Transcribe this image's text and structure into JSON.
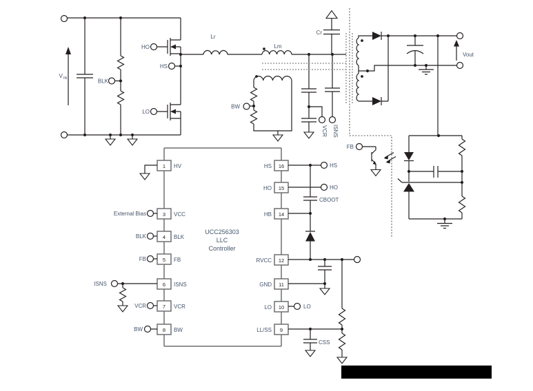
{
  "input": {
    "vin_v": "V",
    "vin_sub": "IN",
    "blk": "BLK",
    "ho": "HO",
    "hs": "HS",
    "lo": "LO"
  },
  "tank": {
    "lr": "Lr",
    "lm": "Lm",
    "cr": "Cr",
    "bw": "BW",
    "vcr": "VCR",
    "isns": "ISNS"
  },
  "output": {
    "vout": "Vout",
    "fb": "FB"
  },
  "ic": {
    "line1": "UCC256303",
    "line2": "LLC",
    "line3": "Controller",
    "cboot": "CBOOT",
    "css": "CSS",
    "left": [
      {
        "n": "1",
        "l": "HV",
        "t": ""
      },
      {
        "n": "3",
        "l": "VCC",
        "t": "External Bias"
      },
      {
        "n": "4",
        "l": "BLK",
        "t": "BLK"
      },
      {
        "n": "5",
        "l": "FB",
        "t": "FB"
      },
      {
        "n": "6",
        "l": "ISNS",
        "t": "ISNS"
      },
      {
        "n": "7",
        "l": "VCR",
        "t": "VCR"
      },
      {
        "n": "8",
        "l": "BW",
        "t": "BW"
      }
    ],
    "right": [
      {
        "n": "16",
        "l": "HS",
        "t": "HS"
      },
      {
        "n": "15",
        "l": "HO",
        "t": "HO"
      },
      {
        "n": "14",
        "l": "HB",
        "t": ""
      },
      {
        "n": "12",
        "l": "RVCC",
        "t": ""
      },
      {
        "n": "11",
        "l": "GND",
        "t": ""
      },
      {
        "n": "10",
        "l": "LO",
        "t": "LO"
      },
      {
        "n": "9",
        "l": "LL/SS",
        "t": ""
      }
    ]
  },
  "colors": {
    "wire": "#231f20",
    "label": "#44546a",
    "outline": "#6d6e71",
    "core": "#a7a9ac",
    "background": "#ffffff",
    "redaction": "#000000"
  }
}
